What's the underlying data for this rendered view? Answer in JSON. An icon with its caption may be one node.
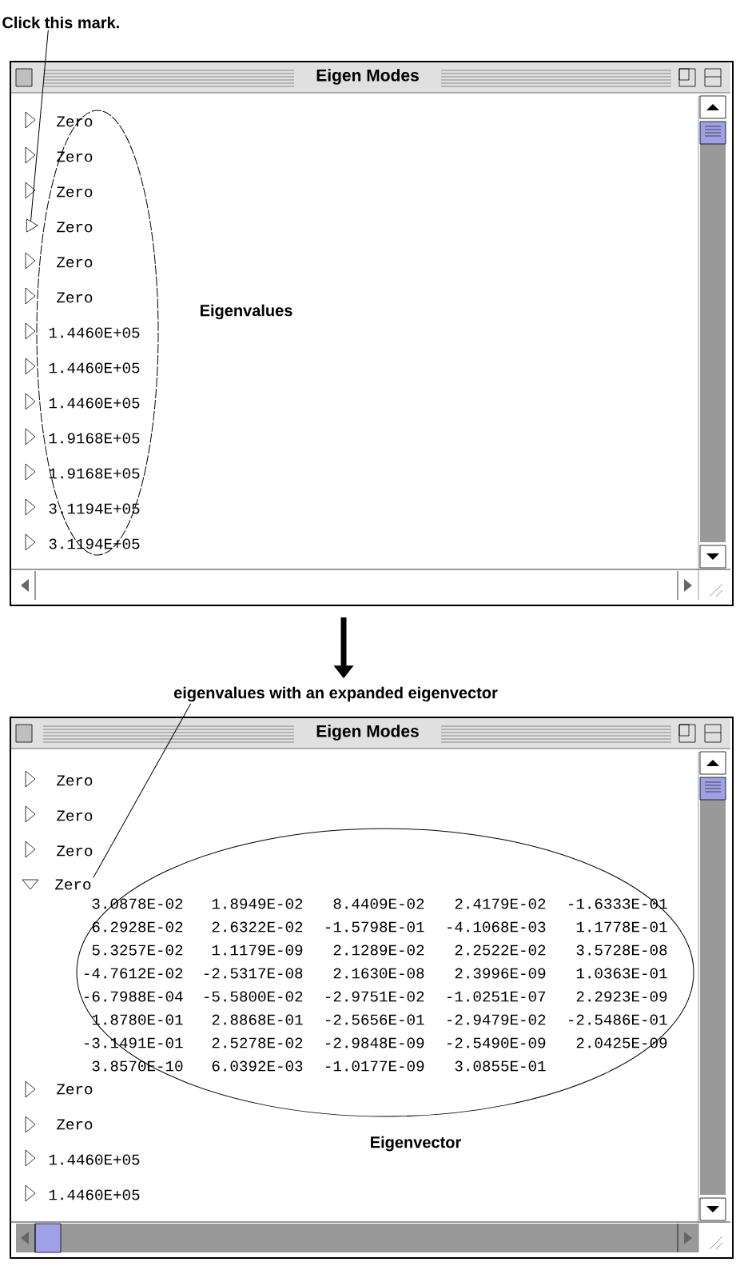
{
  "diagram": {
    "nodes": [
      {
        "text": [
          "Click this mark."
        ]
      },
      {
        "text": [
          "Eigen Modes"
        ]
      },
      {
        "text": [],
        "shape": "triangle",
        "in": 1
      },
      {
        "text": [
          "eigenvalues with an expanded eigenvector"
        ]
      },
      {
        "text": [
          "Eigen Modes"
        ]
      },
      {
        "text": [
          "Zero"
        ],
        "in": 4
      }
    ],
    "edges": [
      {
        "from": 0,
        "to": 2,
        "arrow": "none"
      },
      {
        "from": 1,
        "to": 3,
        "arrow": "to",
        "style": "thick"
      },
      {
        "from": 3,
        "to": 5,
        "arrow": "none"
      }
    ],
    "labels": [
      "Zero",
      "Zero",
      "Zero",
      "Zero",
      "Zero",
      "Zero",
      "1.4460E+05",
      "1.4460E+05",
      "1.4460E+05",
      "1.9168E+05",
      "1.9168E+05",
      "3.1194E+05",
      "3.1194E+05",
      "Eigenvalues",
      "Zero",
      "Zero",
      "Zero",
      "3.0878E-02",
      "1.8949E-02",
      "8.4409E-02",
      "2.4179E-02",
      "-1.6333E-01",
      "6.2928E-02",
      "2.6322E-02",
      "-1.5798E-01",
      "-4.1068E-03",
      "1.1778E-01",
      "5.3257E-02",
      "1.1179E-09",
      "2.1289E-02",
      "2.2522E-02",
      "3.5728E-08",
      "-4.7612E-02",
      "-2.5317E-08",
      "2.1630E-08",
      "2.3996E-09",
      "1.0363E-01",
      "-6.7988E-04",
      "-5.5800E-02",
      "-2.9751E-02",
      "-1.0251E-07",
      "2.2923E-09",
      "1.8780E-01",
      "2.8868E-01",
      "-2.5656E-01",
      "-2.9479E-02",
      "-2.5486E-01",
      "-3.1491E-01",
      "2.5278E-02",
      "-2.9848E-09",
      "-2.5490E-09",
      "2.0425E-09",
      "3.8570E-10",
      "6.0392E-03",
      "-1.0177E-09",
      "3.0855E-01",
      "Zero",
      "Zero",
      "1.4460E+05",
      "1.4460E+05",
      "Eigenvector"
    ]
  }
}
